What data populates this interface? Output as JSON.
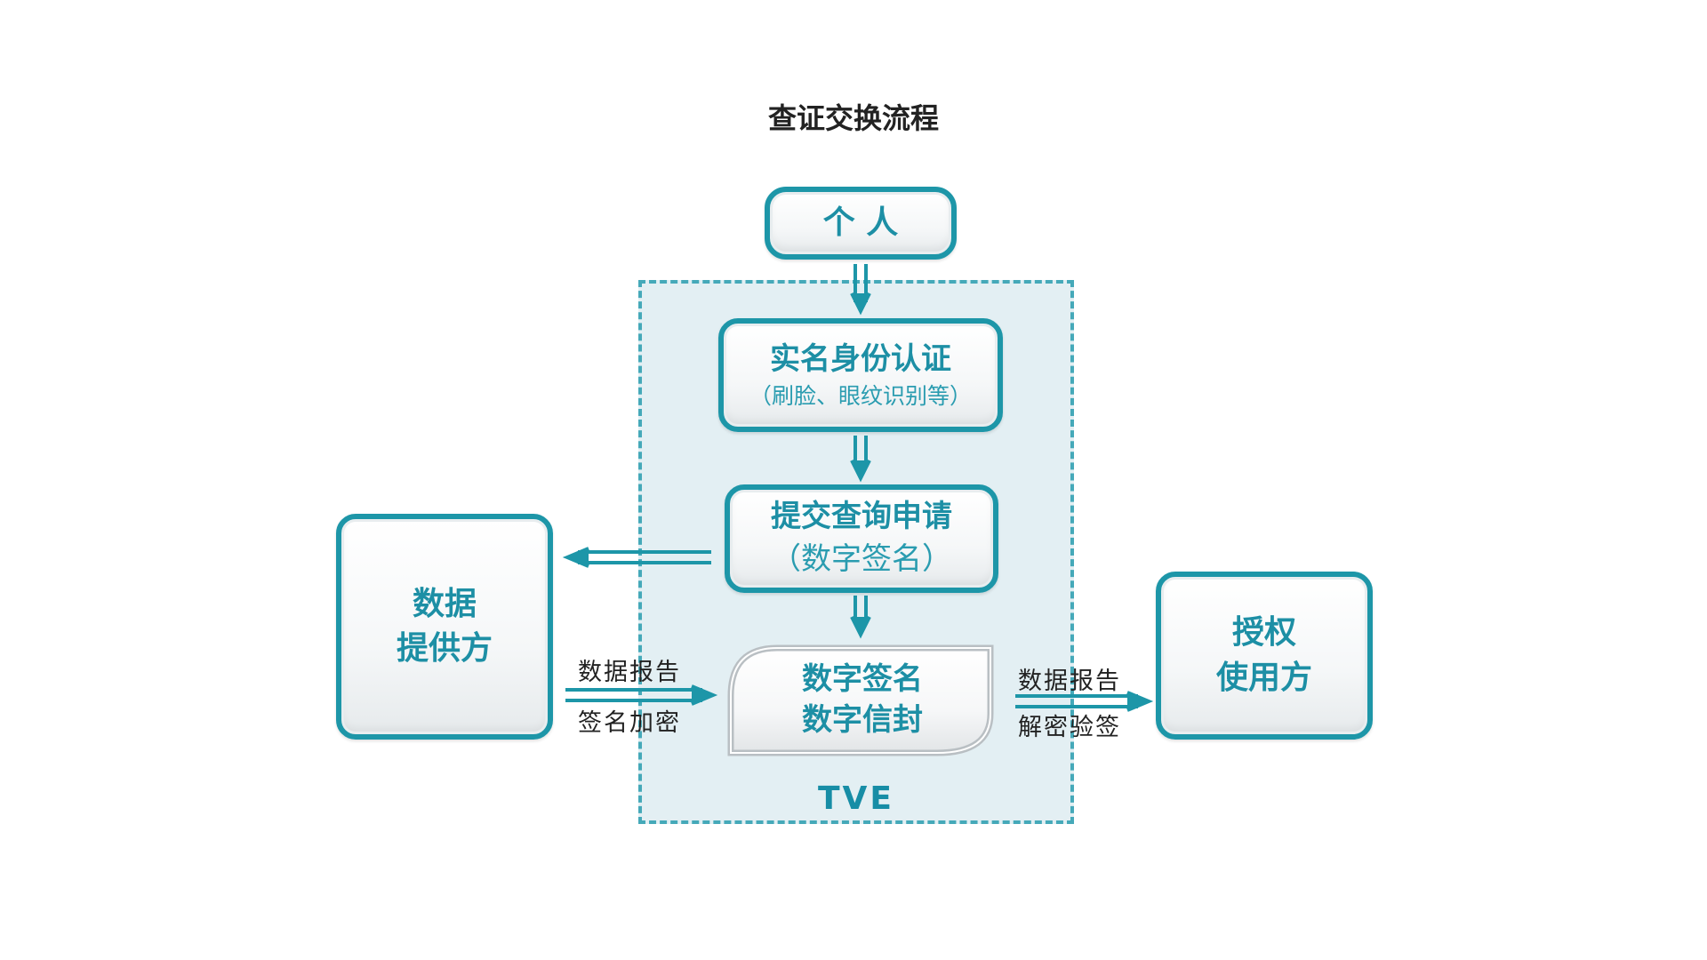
{
  "title": "查证交换流程",
  "container": {
    "label": "TVE"
  },
  "nodes": {
    "person": {
      "label": "个 人"
    },
    "identity": {
      "title": "实名身份认证",
      "subtitle": "（刷脸、眼纹识别等）"
    },
    "query": {
      "title": "提交查询申请",
      "subtitle": "（数字签名）"
    },
    "envelope": {
      "line1": "数字签名",
      "line2": "数字信封"
    },
    "provider": {
      "line1": "数据",
      "line2": "提供方"
    },
    "consumer": {
      "line1": "授权",
      "line2": "使用方"
    }
  },
  "edges": {
    "provider_to_envelope": {
      "label_top": "数据报告",
      "label_bottom": "签名加密"
    },
    "envelope_to_consumer": {
      "label_top": "数据报告",
      "label_bottom": "解密验签"
    }
  },
  "colors": {
    "accent": "#1d96a8",
    "text": "#1d8fa5",
    "region_fill": "#e3eff3",
    "region_border": "#45a9b9"
  }
}
